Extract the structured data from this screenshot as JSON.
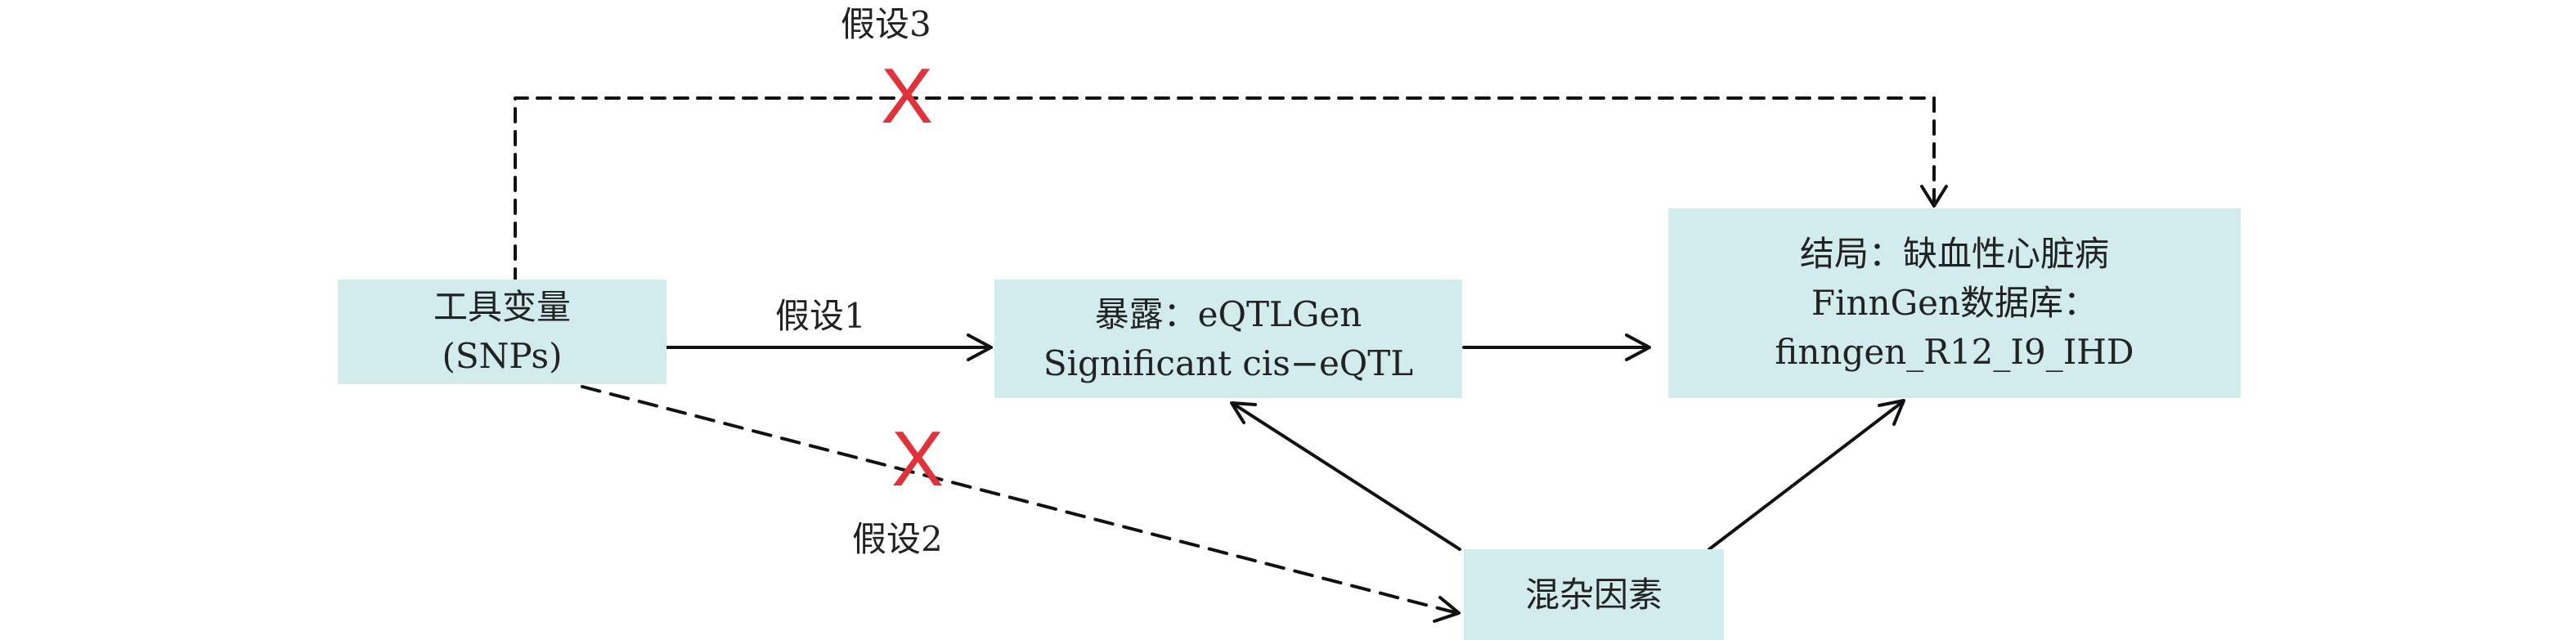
{
  "nodes": {
    "instrument": {
      "line1": "工具变量",
      "line2": "(SNPs)"
    },
    "exposure": {
      "line1": "暴露：eQTLGen",
      "line2": "Significant cis−eQTL"
    },
    "outcome": {
      "line1": "结局：缺血性心脏病",
      "line2": "FinnGen数据库：",
      "line3": "finngen_R12_I9_IHD"
    },
    "confounder": {
      "line1": "混杂因素"
    }
  },
  "assumptions": {
    "a1": "假设1",
    "a2": "假设2",
    "a3": "假设3"
  },
  "marks": {
    "violated": "X"
  },
  "colors": {
    "box_fill": "#d2ebed",
    "x_mark": "#e0323a",
    "line": "#111111"
  }
}
